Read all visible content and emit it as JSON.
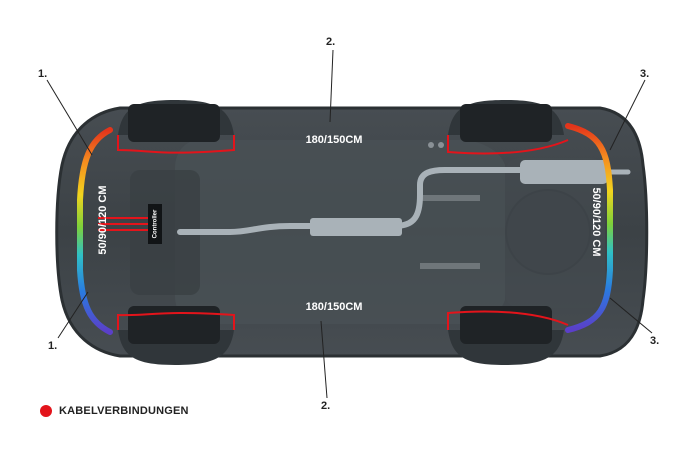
{
  "callouts": {
    "front_top": "1.",
    "front_bottom": "1.",
    "side_top": "2.",
    "side_bottom": "2.",
    "rear_top": "3.",
    "rear_bottom": "3."
  },
  "strip_labels": {
    "front": "50/90/120 CM",
    "side_top": "180/150CM",
    "side_bottom": "180/150CM",
    "rear": "50/90/120 CM"
  },
  "controller_label": "Controller",
  "legend": {
    "label": "KABELVERBINDUNGEN",
    "color": "#e3141b"
  },
  "colors": {
    "car_body": "#3f4549",
    "car_outline": "#2b3033",
    "car_floor": "#4a5155",
    "tire": "#1f2326",
    "exhaust": "#a9b2b8",
    "cable": "#e3141b",
    "label_text": "#ffffff",
    "callout_text": "#222222"
  }
}
